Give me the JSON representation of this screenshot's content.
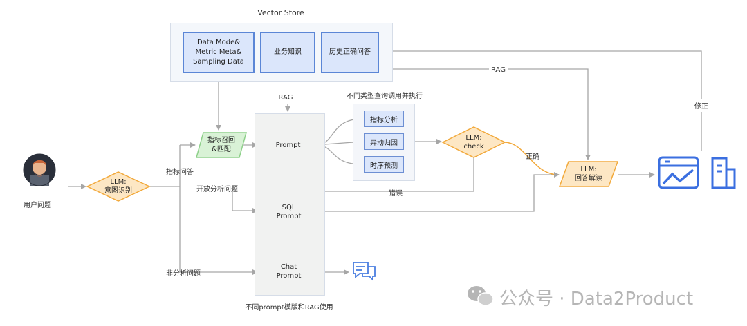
{
  "vector_store": {
    "title": "Vector Store",
    "items": [
      "Data Mode&\nMetric Meta&\nSampling Data",
      "业务知识",
      "历史正确问答"
    ]
  },
  "user": {
    "label": "用户问题"
  },
  "intent": {
    "label": "LLM:\n意图识别"
  },
  "branches": {
    "metric": "指标问答",
    "open": "开放分析问题",
    "other": "非分析问题"
  },
  "recall": {
    "label": "指标召回\n&匹配"
  },
  "prompts": {
    "rag": "RAG",
    "prompt": "Prompt",
    "sql": "SQL\nPrompt",
    "chat": "Chat\nPrompt",
    "caption": "不同prompt模版和RAG使用"
  },
  "queries": {
    "title": "不同类型查询调用并执行",
    "items": [
      "指标分析",
      "异动归因",
      "时序预测"
    ]
  },
  "check": {
    "label": "LLM:\ncheck",
    "correct": "正确",
    "wrong": "错误"
  },
  "answer": {
    "label": "LLM:\n回答解读",
    "rag": "RAG",
    "fix": "修正"
  },
  "colors": {
    "accent_blue": "#5b86d6",
    "green": "#8ed08a",
    "orange": "#f2a93b",
    "gray": "#c8c8c8"
  },
  "icons": [
    "avatar",
    "chat-bubble-icon",
    "dashboard-chart-icon",
    "document-icon",
    "wechat-icon"
  ],
  "watermark": "公众号 · Data2Product"
}
